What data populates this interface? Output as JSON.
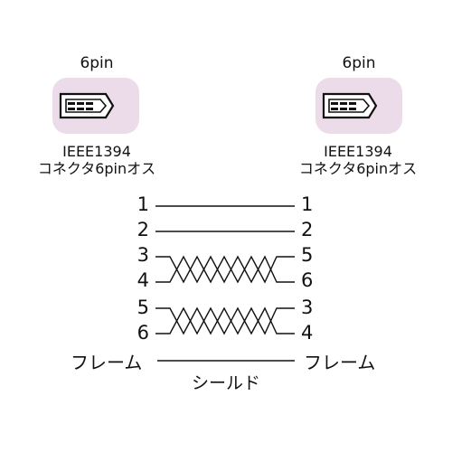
{
  "left_connector": {
    "pin_label": "6pin",
    "name_line1": "IEEE1394",
    "name_line2": "コネクタ6pinオス"
  },
  "right_connector": {
    "pin_label": "6pin",
    "name_line1": "IEEE1394",
    "name_line2": "コネクタ6pinオス"
  },
  "wiring": {
    "left_pins": [
      "1",
      "2",
      "3",
      "4",
      "5",
      "6"
    ],
    "right_pins": [
      "1",
      "2",
      "5",
      "6",
      "3",
      "4"
    ],
    "frame_left": "フレーム",
    "frame_right": "フレーム",
    "shield_label": "シールド"
  },
  "colors": {
    "connector_box": "#ecdcea",
    "line": "#111111"
  }
}
